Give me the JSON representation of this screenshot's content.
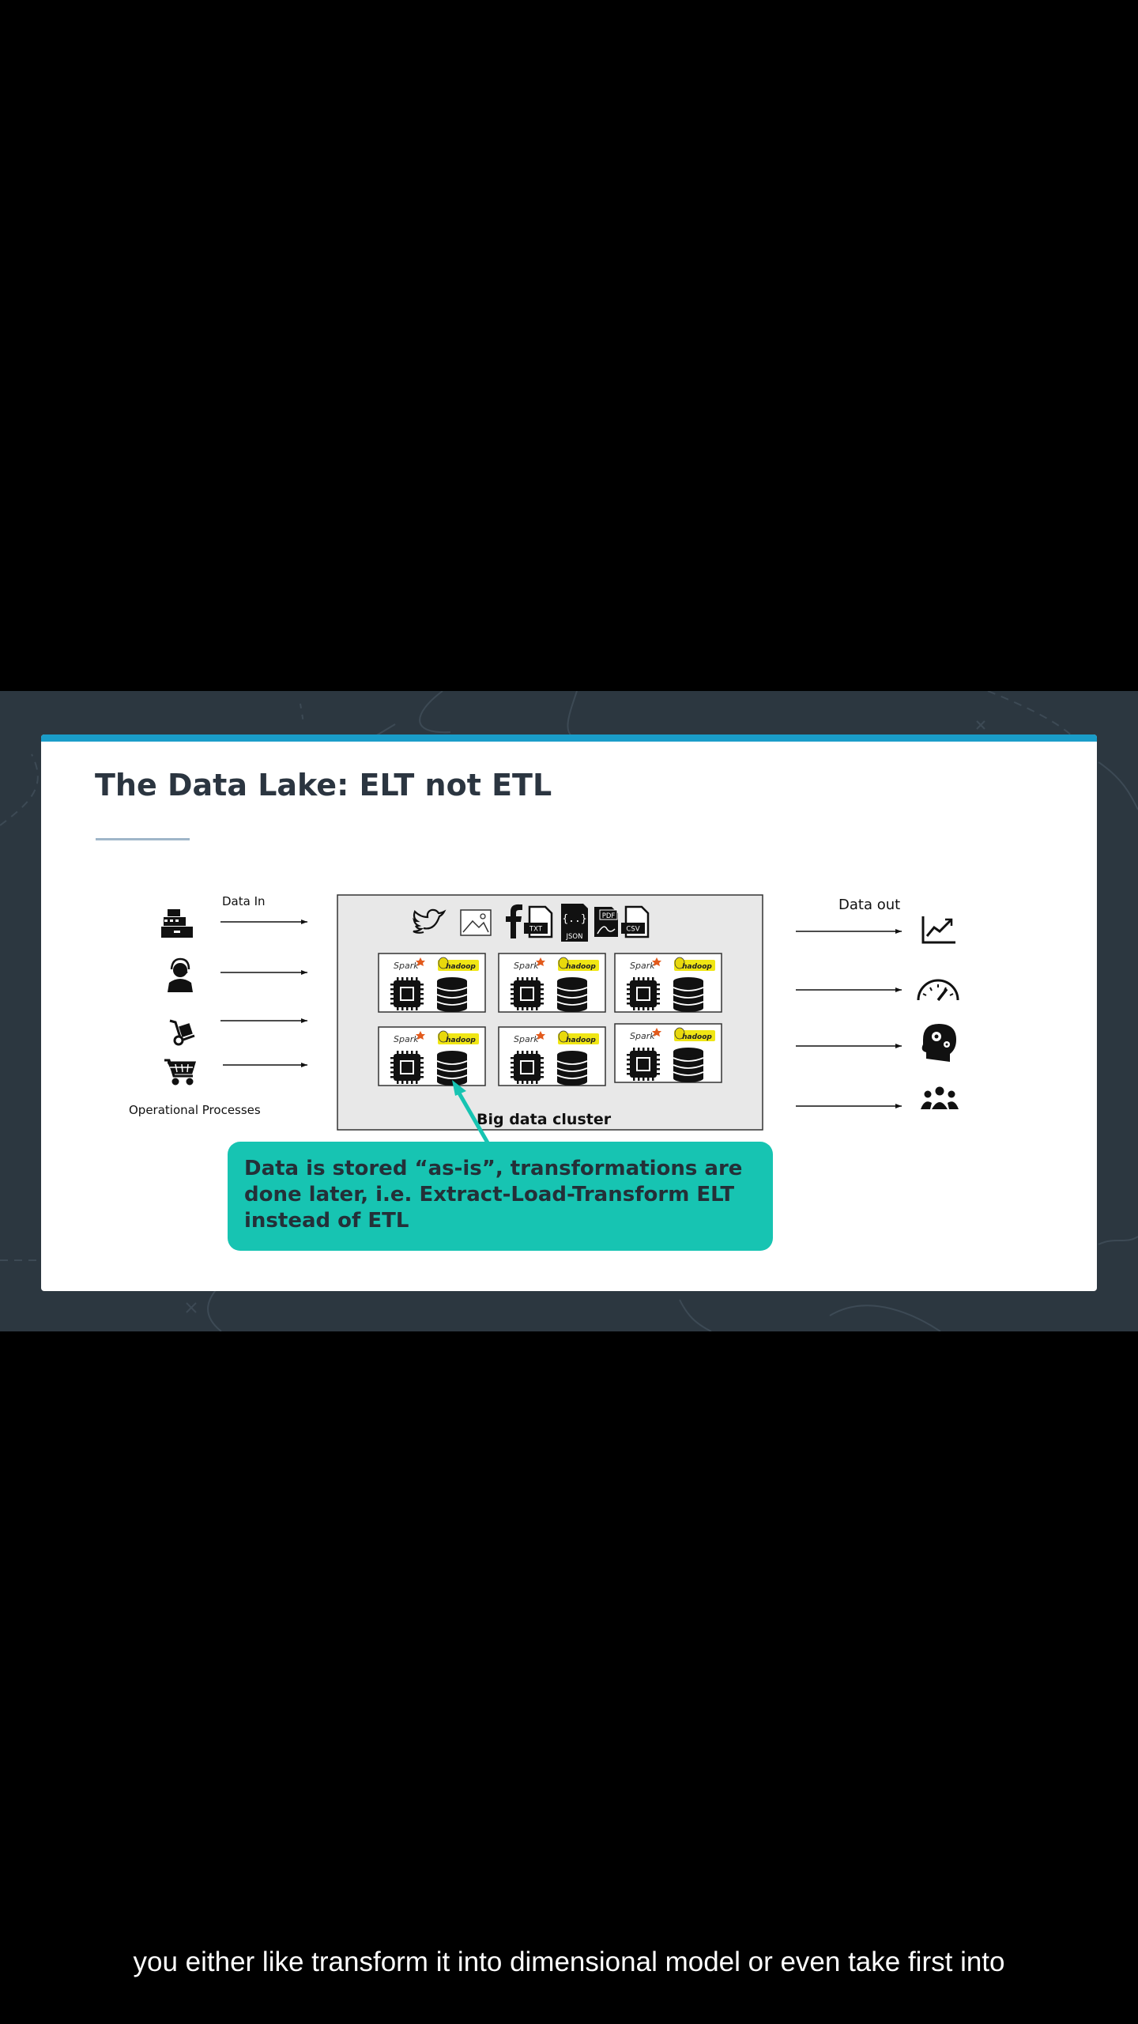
{
  "slide": {
    "title": "The Data Lake: ELT not ETL",
    "diagram": {
      "data_in_label": "Data In",
      "operational_processes_label": "Operational Processes",
      "data_out_label": "Data out",
      "cluster_label": "Big data cluster",
      "node_logos": [
        "Spark",
        "hadoop"
      ],
      "source_icons": [
        "cash-register-icon",
        "customer-service-icon",
        "hand-truck-icon",
        "shopping-cart-icon"
      ],
      "format_icons": [
        "twitter-icon",
        "image-icon",
        "facebook-icon",
        "txt-file-icon",
        "json-file-icon",
        "pdf-file-icon",
        "csv-file-icon"
      ],
      "format_labels": [
        "TXT",
        "JSON",
        "PDF",
        "CSV"
      ],
      "output_icons": [
        "line-chart-icon",
        "speedometer-icon",
        "brain-gears-icon",
        "group-icon"
      ],
      "callout_text": "Data is stored “as-is”,  transformations are done later, i.e. Extract-Load-Transform ELT instead of ETL"
    }
  },
  "subtitle": "you either like transform it into dimensional model or even take first into",
  "colors": {
    "background": "#000000",
    "video_background": "#2c3740",
    "slide_top_bar": "#1a9dc9",
    "callout": "#17c4b2",
    "title_text": "#2b3540",
    "cluster_fill": "#e8e8e8"
  }
}
